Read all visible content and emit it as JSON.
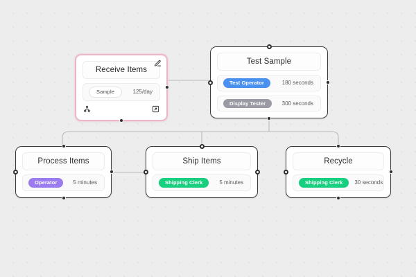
{
  "canvas": {
    "background_color": "#ededed",
    "grid_dot_color": "#e2e2e2",
    "grid_spacing": 20
  },
  "colors": {
    "selected_border": "#e9b7c8",
    "node_border": "#3a3a3a",
    "edge": "#b9b9b9",
    "badge_blue": "#4a90f0",
    "badge_gray": "#9a9aa5",
    "badge_purple": "#9a7bf0",
    "badge_green": "#17cf7f"
  },
  "nodes": [
    {
      "id": "receive-items",
      "title": "Receive Items",
      "selected": true,
      "rows": [
        {
          "badge": "Sample",
          "badge_style": "plain",
          "value": "125/day"
        }
      ],
      "footer_icons": [
        "branch-icon",
        "expand-icon"
      ],
      "header_icon": "pencil-icon"
    },
    {
      "id": "test-sample",
      "title": "Test Sample",
      "selected": false,
      "rows": [
        {
          "badge": "Test Operator",
          "badge_style": "blue",
          "value": "180 seconds"
        },
        {
          "badge": "Display Tester",
          "badge_style": "gray",
          "value": "300 seconds"
        }
      ]
    },
    {
      "id": "process-items",
      "title": "Process Items",
      "selected": false,
      "rows": [
        {
          "badge": "Operator",
          "badge_style": "purple",
          "value": "5 minutes"
        }
      ]
    },
    {
      "id": "ship-items",
      "title": "Ship Items",
      "selected": false,
      "rows": [
        {
          "badge": "Shipping Clerk",
          "badge_style": "green",
          "value": "5 minutes"
        }
      ]
    },
    {
      "id": "recycle",
      "title": "Recycle",
      "selected": false,
      "rows": [
        {
          "badge": "Shipping Clerk",
          "badge_style": "green",
          "value": "30 seconds"
        }
      ]
    }
  ],
  "edges": [
    {
      "id": "receive-to-test",
      "from": "receive-items",
      "to": "test-sample"
    },
    {
      "id": "test-to-process",
      "from": "test-sample",
      "to": "process-items"
    },
    {
      "id": "test-to-ship",
      "from": "test-sample",
      "to": "ship-items"
    },
    {
      "id": "test-to-recycle",
      "from": "test-sample",
      "to": "recycle"
    },
    {
      "id": "process-to-ship",
      "from": "process-items",
      "to": "ship-items"
    }
  ]
}
